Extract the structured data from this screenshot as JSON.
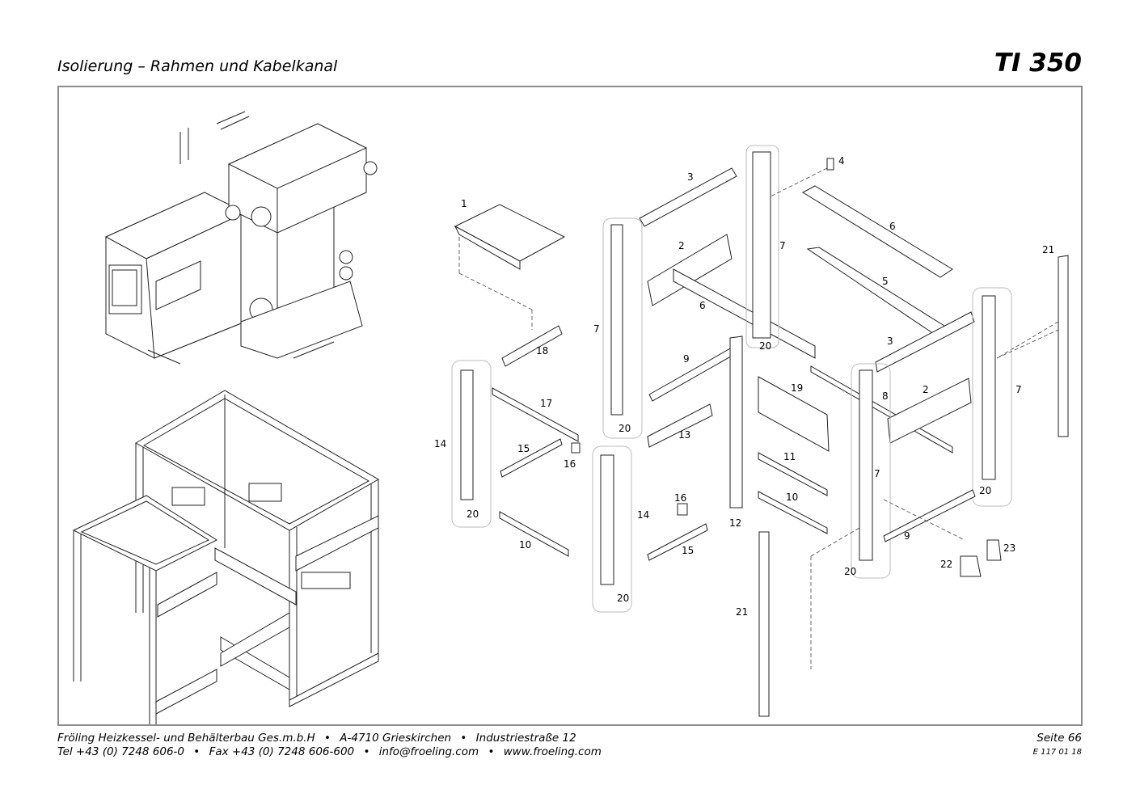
{
  "header": {
    "title": "Isolierung – Rahmen und Kabelkanal",
    "model": "TI 350"
  },
  "callouts": [
    {
      "id": "1",
      "text": "1"
    },
    {
      "id": "2a",
      "text": "2"
    },
    {
      "id": "2b",
      "text": "2"
    },
    {
      "id": "3a",
      "text": "3"
    },
    {
      "id": "3b",
      "text": "3"
    },
    {
      "id": "4",
      "text": "4"
    },
    {
      "id": "5",
      "text": "5"
    },
    {
      "id": "6a",
      "text": "6"
    },
    {
      "id": "6b",
      "text": "6"
    },
    {
      "id": "7a",
      "text": "7"
    },
    {
      "id": "7b",
      "text": "7"
    },
    {
      "id": "7c",
      "text": "7"
    },
    {
      "id": "7d",
      "text": "7"
    },
    {
      "id": "8",
      "text": "8"
    },
    {
      "id": "9a",
      "text": "9"
    },
    {
      "id": "9b",
      "text": "9"
    },
    {
      "id": "10a",
      "text": "10"
    },
    {
      "id": "10b",
      "text": "10"
    },
    {
      "id": "11",
      "text": "11"
    },
    {
      "id": "12",
      "text": "12"
    },
    {
      "id": "13",
      "text": "13"
    },
    {
      "id": "14a",
      "text": "14"
    },
    {
      "id": "14b",
      "text": "14"
    },
    {
      "id": "15a",
      "text": "15"
    },
    {
      "id": "15b",
      "text": "15"
    },
    {
      "id": "16a",
      "text": "16"
    },
    {
      "id": "16b",
      "text": "16"
    },
    {
      "id": "17",
      "text": "17"
    },
    {
      "id": "18",
      "text": "18"
    },
    {
      "id": "19",
      "text": "19"
    },
    {
      "id": "20a",
      "text": "20"
    },
    {
      "id": "20b",
      "text": "20"
    },
    {
      "id": "20c",
      "text": "20"
    },
    {
      "id": "20d",
      "text": "20"
    },
    {
      "id": "20e",
      "text": "20"
    },
    {
      "id": "20f",
      "text": "20"
    },
    {
      "id": "21a",
      "text": "21"
    },
    {
      "id": "21b",
      "text": "21"
    },
    {
      "id": "22",
      "text": "22"
    },
    {
      "id": "23",
      "text": "23"
    }
  ],
  "footer": {
    "company": "Fröling Heizkessel- und Behälterbau Ges.m.b.H",
    "address": "A-4710 Grieskirchen",
    "street": "Industriestraße 12",
    "tel": "Tel +43 (0) 7248 606-0",
    "fax": "Fax +43 (0) 7248 606-600",
    "email": "info@froeling.com",
    "web": "www.froeling.com",
    "separator": "•",
    "page": "Seite 66",
    "doc_number": "E 117 01 18"
  }
}
